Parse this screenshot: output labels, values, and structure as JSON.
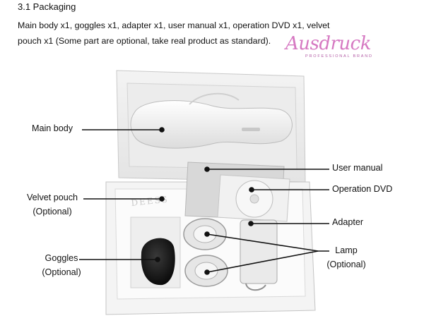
{
  "section": {
    "heading": "3.1 Packaging",
    "line1": "Main body x1, goggles x1, adapter x1, user manual x1, operation DVD x1, velvet",
    "line2": "pouch x1 (Some part are optional, take real product as standard)."
  },
  "watermark": {
    "brand": "Ausdruck",
    "tagline": "PROFESSIONAL BRAND"
  },
  "box_print": "DEESS",
  "labels": {
    "main_body": "Main body",
    "velvet_pouch": "Velvet pouch",
    "velvet_optional": "(Optional)",
    "goggles": "Goggles",
    "goggles_optional": "(Optional)",
    "user_manual": "User manual",
    "operation_dvd": "Operation DVD",
    "adapter": "Adapter",
    "lamp": "Lamp",
    "lamp_optional": "(Optional)"
  },
  "colors": {
    "watermark": "#d679c2",
    "text": "#111111"
  }
}
